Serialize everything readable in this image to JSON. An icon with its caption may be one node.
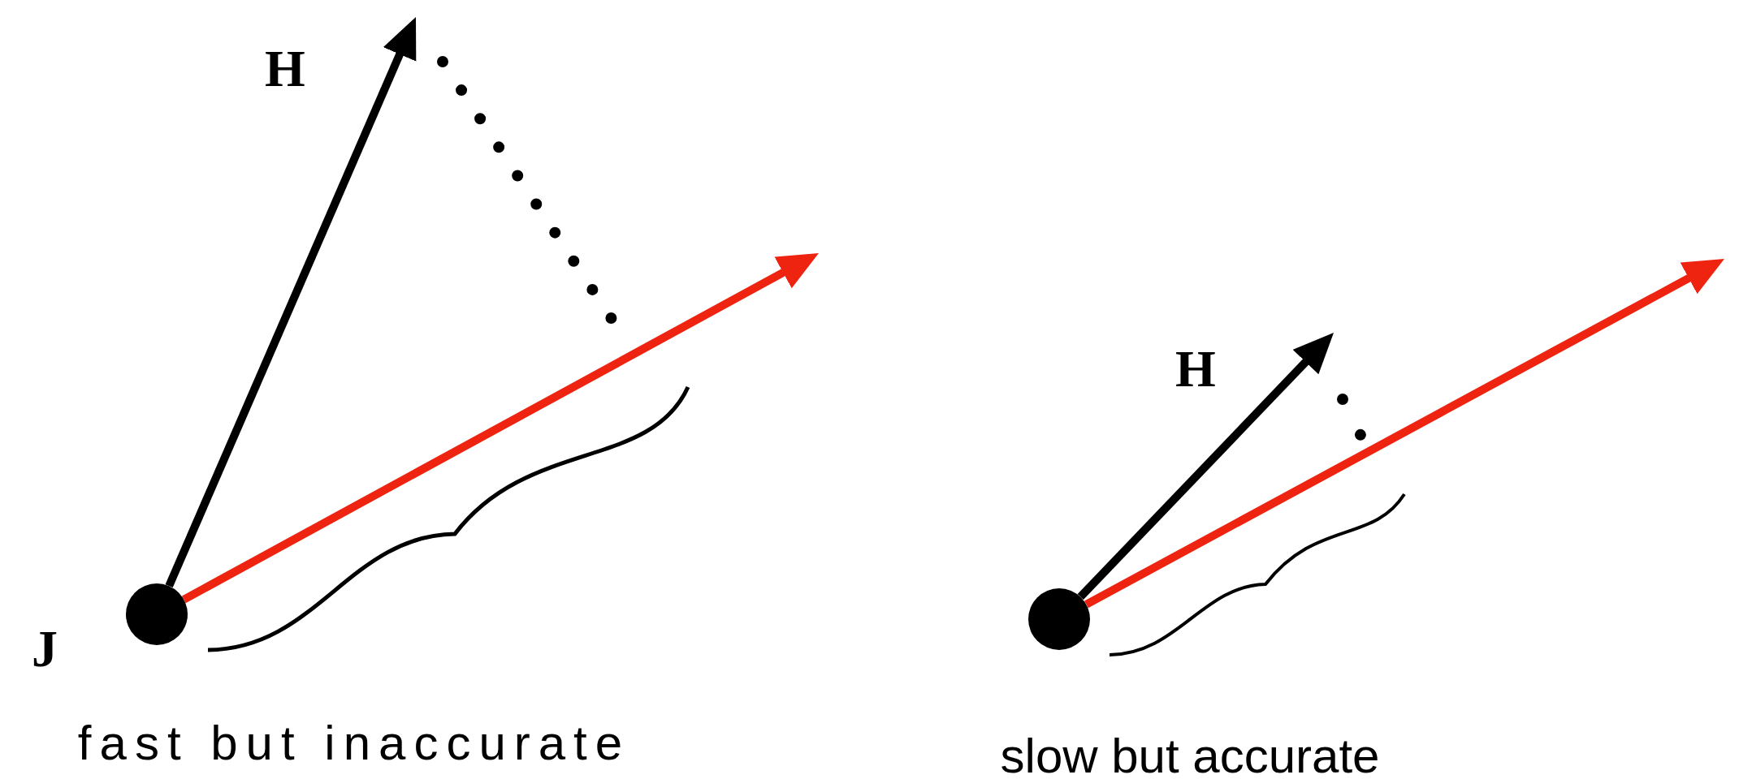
{
  "diagram": {
    "nodes": [
      {
        "text": [],
        "shape": "circle"
      },
      {
        "text": [],
        "shape": "circle"
      }
    ],
    "edges": [
      {
        "from": 0,
        "to": null,
        "arrow": "to"
      },
      {
        "from": 0,
        "to": null,
        "arrow": "to",
        "color": "#ee2411"
      },
      {
        "from": 1,
        "to": null,
        "arrow": "to"
      },
      {
        "from": 1,
        "to": null,
        "arrow": "to",
        "color": "#ee2411"
      }
    ],
    "labels": [
      "H",
      "J",
      "fast but inaccurate",
      "H",
      "slow but accurate"
    ]
  }
}
